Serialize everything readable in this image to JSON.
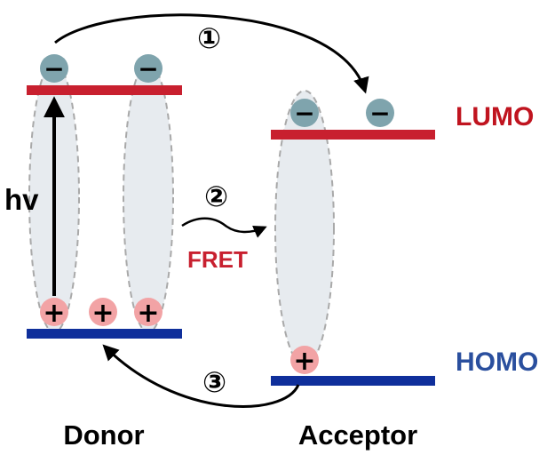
{
  "levels": {
    "lumo_label": "LUMO",
    "homo_label": "HOMO"
  },
  "molecules": {
    "donor_label": "Donor",
    "acceptor_label": "Acceptor"
  },
  "excitation": {
    "label": "hv"
  },
  "processes": {
    "step1_marker": "①",
    "step2_marker": "②",
    "step2_label": "FRET",
    "step3_marker": "③"
  },
  "charges": {
    "electron_sign": "−",
    "hole_sign": "+"
  },
  "colors": {
    "lumo": "#c8202f",
    "homo": "#0f2f9b",
    "fret_text": "#c8202f",
    "lumo_text": "#c0141f",
    "homo_text": "#2a4f9e",
    "electron_fill": "#7fa4ad",
    "hole_fill": "#f2a3a5",
    "exciton_fill": "#e7ebef",
    "exciton_stroke": "#a9a9a9",
    "arrow": "#000000"
  }
}
